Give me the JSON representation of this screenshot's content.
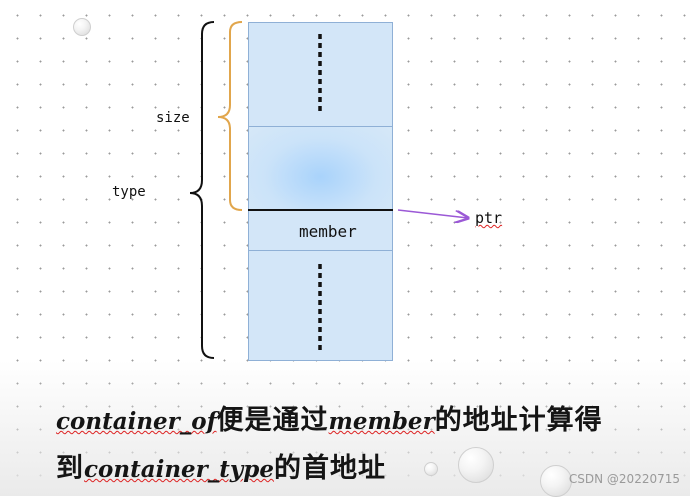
{
  "diagram": {
    "labels": {
      "size": "size",
      "type": "type",
      "member": "member",
      "ptr": "ptr"
    },
    "colors": {
      "block_fill": "#d3e6f8",
      "size_brace": "#e1a64c",
      "type_brace": "#111111",
      "ptr_arrow": "#9b59d6"
    }
  },
  "caption": {
    "line1_code": "container_of",
    "line1_text": "便是通过",
    "line1_code2": "member",
    "line1_text2": "的地址计算得",
    "line2_text": "到",
    "line2_code": "container_type",
    "line2_text2": "的首地址"
  },
  "watermark": "CSDN @20220715"
}
